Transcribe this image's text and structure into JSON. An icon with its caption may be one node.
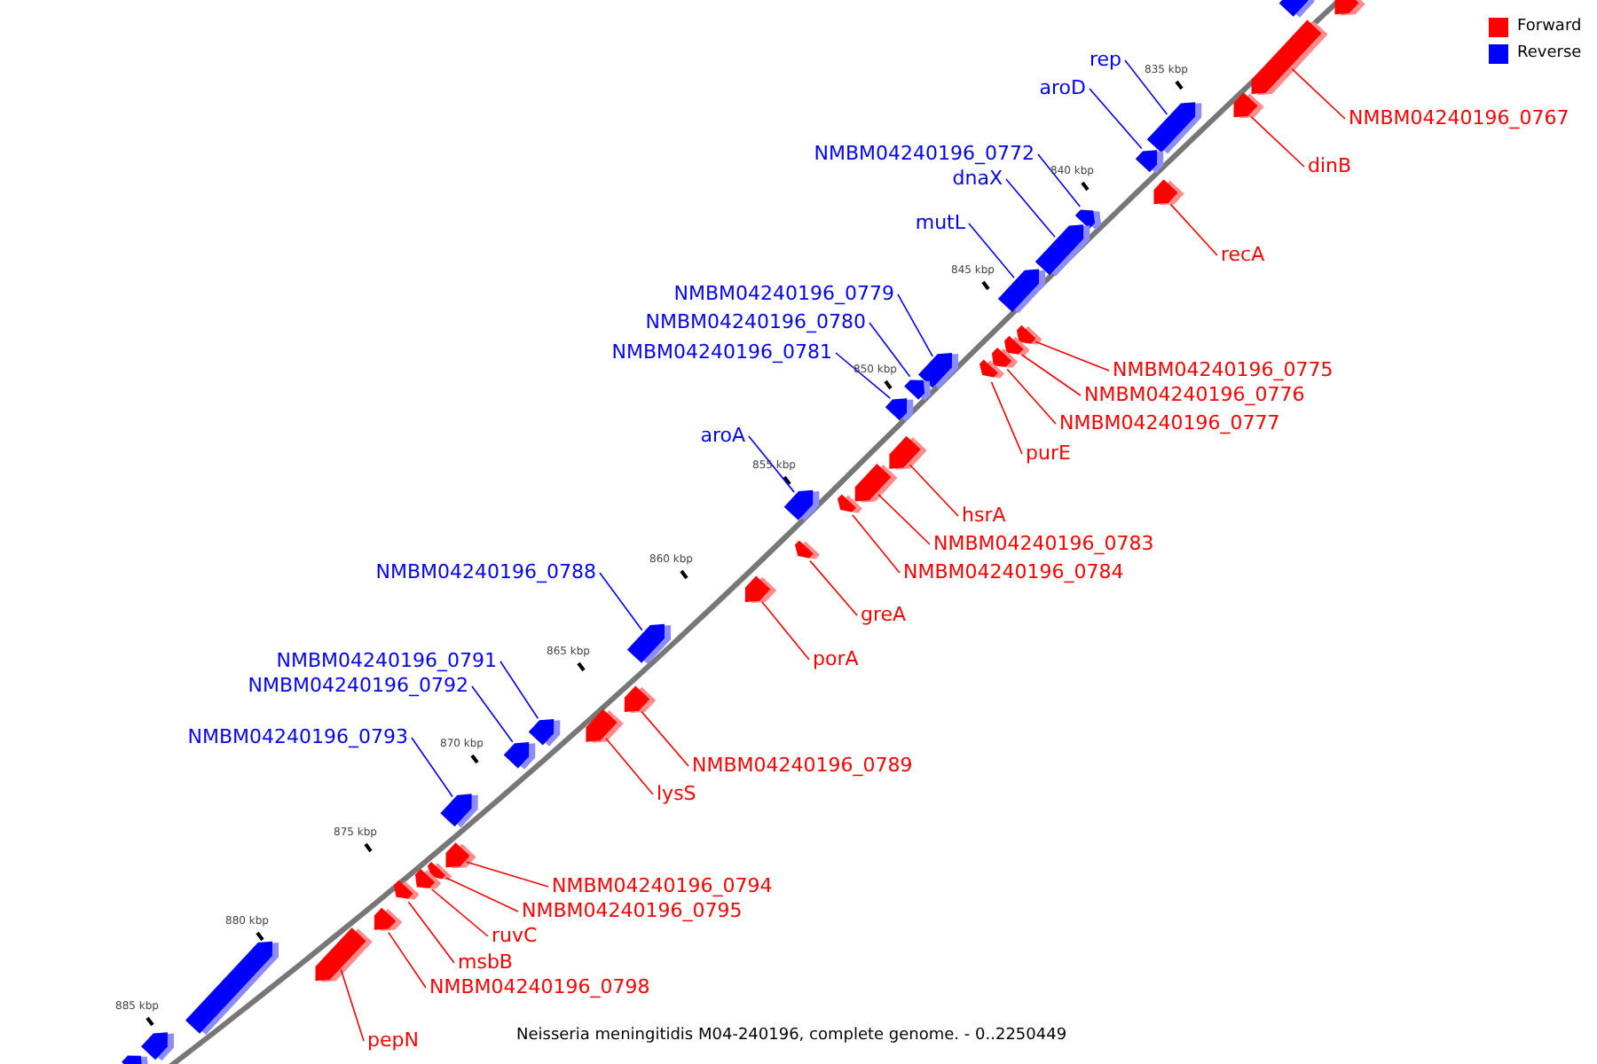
{
  "diagram": {
    "caption": "Neisseria meningitidis M04-240196, complete genome. - 0..2250449",
    "nodes": [
      {
        "text": [
          "rep"
        ]
      },
      {
        "text": [],
        "shape": "bar"
      },
      {
        "text": [
          "aroD"
        ]
      },
      {
        "text": [],
        "shape": "bar"
      },
      {
        "text": [
          "NMBM04240196_0772"
        ]
      },
      {
        "text": [],
        "shape": "bar"
      },
      {
        "text": [
          "dnaX"
        ]
      },
      {
        "text": [],
        "shape": "bar"
      },
      {
        "text": [
          "mutL"
        ]
      },
      {
        "text": [],
        "shape": "bar"
      },
      {
        "text": [
          "NMBM04240196_0779"
        ]
      },
      {
        "text": [],
        "shape": "bar"
      },
      {
        "text": [
          "NMBM04240196_0780"
        ]
      },
      {
        "text": [],
        "shape": "bar"
      },
      {
        "text": [
          "NMBM04240196_0781"
        ]
      },
      {
        "text": [],
        "shape": "bar"
      },
      {
        "text": [
          "aroA"
        ]
      },
      {
        "text": [],
        "shape": "bar"
      },
      {
        "text": [
          "NMBM04240196_0788"
        ]
      },
      {
        "text": [],
        "shape": "bar"
      },
      {
        "text": [
          "NMBM04240196_0791"
        ]
      },
      {
        "text": [],
        "shape": "bar"
      },
      {
        "text": [
          "NMBM04240196_0792"
        ]
      },
      {
        "text": [],
        "shape": "bar"
      },
      {
        "text": [
          "NMBM04240196_0793"
        ]
      },
      {
        "text": [],
        "shape": "bar"
      },
      {
        "text": [
          "NMBM04240196_0767"
        ]
      },
      {
        "text": [],
        "shape": "bar"
      },
      {
        "text": [
          "dinB"
        ]
      },
      {
        "text": [],
        "shape": "bar"
      },
      {
        "text": [
          "recA"
        ]
      },
      {
        "text": [],
        "shape": "bar"
      },
      {
        "text": [
          "NMBM04240196_0775"
        ]
      },
      {
        "text": [],
        "shape": "bar"
      },
      {
        "text": [
          "NMBM04240196_0776"
        ]
      },
      {
        "text": [],
        "shape": "bar"
      },
      {
        "text": [
          "NMBM04240196_0777"
        ]
      },
      {
        "text": [],
        "shape": "bar"
      },
      {
        "text": [
          "purE"
        ]
      },
      {
        "text": [],
        "shape": "bar"
      },
      {
        "text": [
          "hsrA"
        ]
      },
      {
        "text": [],
        "shape": "bar"
      },
      {
        "text": [
          "NMBM04240196_0783"
        ]
      },
      {
        "text": [],
        "shape": "bar"
      },
      {
        "text": [
          "NMBM04240196_0784"
        ]
      },
      {
        "text": [],
        "shape": "bar"
      },
      {
        "text": [
          "greA"
        ]
      },
      {
        "text": [],
        "shape": "bar"
      },
      {
        "text": [
          "porA"
        ]
      },
      {
        "text": [],
        "shape": "bar"
      },
      {
        "text": [
          "NMBM04240196_0789"
        ]
      },
      {
        "text": [],
        "shape": "bar"
      },
      {
        "text": [
          "lysS"
        ]
      },
      {
        "text": [],
        "shape": "bar"
      },
      {
        "text": [
          "NMBM04240196_0794"
        ]
      },
      {
        "text": [],
        "shape": "bar"
      },
      {
        "text": [
          "NMBM04240196_0795"
        ]
      },
      {
        "text": [],
        "shape": "bar"
      },
      {
        "text": [
          "ruvC"
        ]
      },
      {
        "text": [],
        "shape": "bar"
      },
      {
        "text": [
          "msbB"
        ]
      },
      {
        "text": [],
        "shape": "bar"
      },
      {
        "text": [
          "NMBM04240196_0798"
        ]
      },
      {
        "text": [],
        "shape": "bar"
      },
      {
        "text": [
          "pepN"
        ]
      },
      {
        "text": [],
        "shape": "bar"
      },
      {
        "text": [],
        "shape": "bar"
      },
      {
        "text": [],
        "shape": "bar"
      },
      {
        "text": [],
        "shape": "bar"
      },
      {
        "text": [],
        "shape": "bar"
      },
      {
        "text": [],
        "shape": "bar"
      }
    ],
    "edges": [
      {
        "from": 0,
        "to": 1,
        "arrow": "none",
        "color": "#0000ff"
      },
      {
        "from": 2,
        "to": 3,
        "arrow": "none",
        "color": "#0000ff"
      },
      {
        "from": 4,
        "to": 5,
        "arrow": "none",
        "color": "#0000ff"
      },
      {
        "from": 6,
        "to": 7,
        "arrow": "none",
        "color": "#0000ff"
      },
      {
        "from": 8,
        "to": 9,
        "arrow": "none",
        "color": "#0000ff"
      },
      {
        "from": 10,
        "to": 11,
        "arrow": "none",
        "color": "#0000ff"
      },
      {
        "from": 12,
        "to": 13,
        "arrow": "none",
        "color": "#0000ff"
      },
      {
        "from": 14,
        "to": 15,
        "arrow": "none",
        "color": "#0000ff"
      },
      {
        "from": 16,
        "to": 17,
        "arrow": "none",
        "color": "#0000ff"
      },
      {
        "from": 18,
        "to": 19,
        "arrow": "none",
        "color": "#0000ff"
      },
      {
        "from": 20,
        "to": 21,
        "arrow": "none",
        "color": "#0000ff"
      },
      {
        "from": 22,
        "to": 23,
        "arrow": "none",
        "color": "#0000ff"
      },
      {
        "from": 24,
        "to": 25,
        "arrow": "none",
        "color": "#0000ff"
      },
      {
        "from": 26,
        "to": 27,
        "arrow": "none"
      },
      {
        "from": 28,
        "to": 29,
        "arrow": "none"
      },
      {
        "from": 30,
        "to": 31,
        "arrow": "none"
      },
      {
        "from": 32,
        "to": 33,
        "arrow": "none"
      },
      {
        "from": 34,
        "to": 35,
        "arrow": "none"
      },
      {
        "from": 36,
        "to": 37,
        "arrow": "none"
      },
      {
        "from": 38,
        "to": 39,
        "arrow": "none"
      },
      {
        "from": 40,
        "to": 41,
        "arrow": "none"
      },
      {
        "from": 42,
        "to": 43,
        "arrow": "none"
      },
      {
        "from": 44,
        "to": 45,
        "arrow": "none"
      },
      {
        "from": 46,
        "to": 47,
        "arrow": "none"
      },
      {
        "from": 48,
        "to": 49,
        "arrow": "none"
      },
      {
        "from": 50,
        "to": 51,
        "arrow": "none"
      },
      {
        "from": 52,
        "to": 53,
        "arrow": "none"
      },
      {
        "from": 54,
        "to": 55,
        "arrow": "none"
      },
      {
        "from": 56,
        "to": 57,
        "arrow": "none"
      },
      {
        "from": 58,
        "to": 59,
        "arrow": "none"
      },
      {
        "from": 60,
        "to": 61,
        "arrow": "none"
      },
      {
        "from": 62,
        "to": 63,
        "arrow": "none"
      },
      {
        "from": 64,
        "to": 65,
        "arrow": "none"
      }
    ],
    "labels": [
      "835 kbp",
      "840 kbp",
      "845 kbp",
      "850 kbp",
      "855 kbp",
      "860 kbp",
      "865 kbp",
      "870 kbp",
      "875 kbp",
      "880 kbp",
      "885 kbp"
    ],
    "legend": [
      {
        "text": "Forward",
        "color": "#ff0000"
      },
      {
        "text": "Reverse",
        "color": "#0000ff"
      }
    ]
  }
}
